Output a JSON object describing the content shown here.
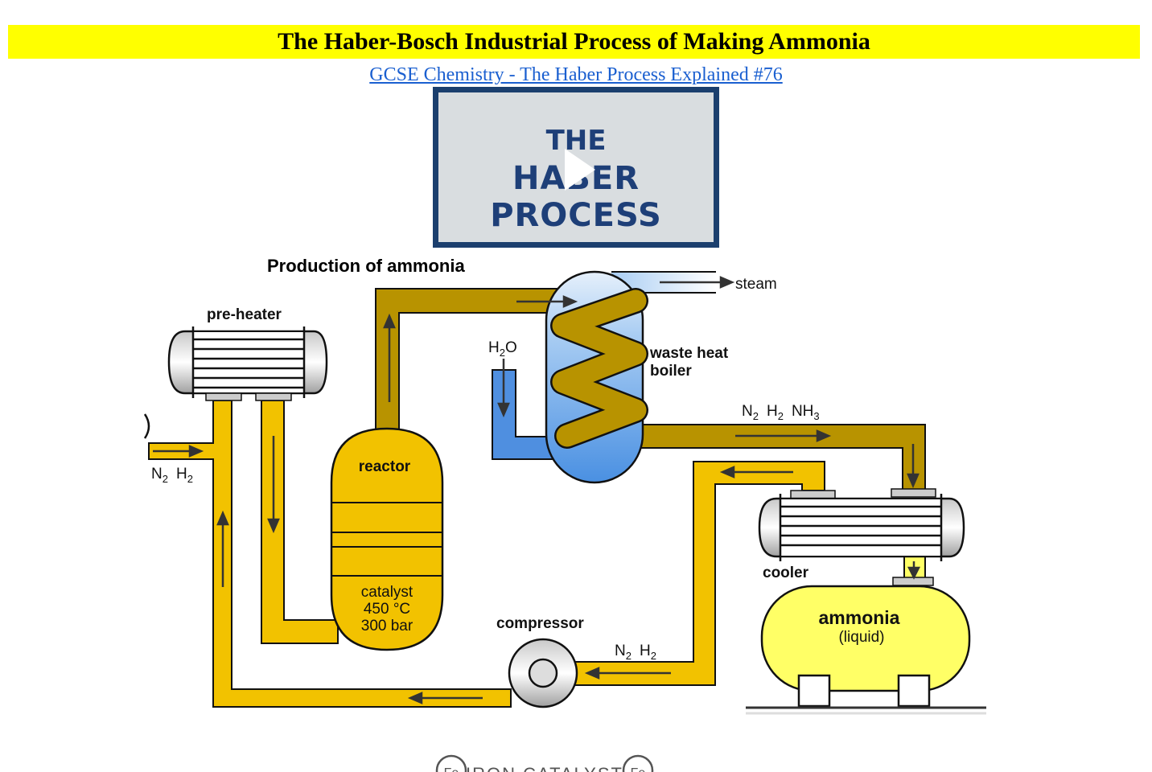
{
  "page": {
    "title": "The Haber-Bosch Industrial Process of Making Ammonia",
    "video_link": "GCSE Chemistry - The Haber Process Explained  #76",
    "thumbnail": {
      "line1": "THE",
      "line2": "HABER PROCESS"
    }
  },
  "diagram": {
    "heading": "Production of ammonia",
    "labels": {
      "preheater": "pre-heater",
      "reactor": "reactor",
      "catalyst": "catalyst",
      "temperature": "450 °C",
      "pressure": "300 bar",
      "steam": "steam",
      "water": "H",
      "water_sub": "2",
      "water_tail": "O",
      "boiler_line1": "waste heat",
      "boiler_line2": "boiler",
      "cooler": "cooler",
      "compressor": "compressor",
      "ammonia": "ammonia",
      "liquid": "(liquid)",
      "n2": "N",
      "h2": "H",
      "nh3": "NH",
      "sub2": "2",
      "sub3": "3"
    },
    "colors": {
      "pipe": "#f2c200",
      "pipe_dark": "#b89300",
      "water": "#4f8fe0",
      "tank": "#ffff66",
      "banner": "#ffff00"
    }
  },
  "footer": {
    "text": "IRON CATALYST",
    "symbol": "Fe"
  }
}
